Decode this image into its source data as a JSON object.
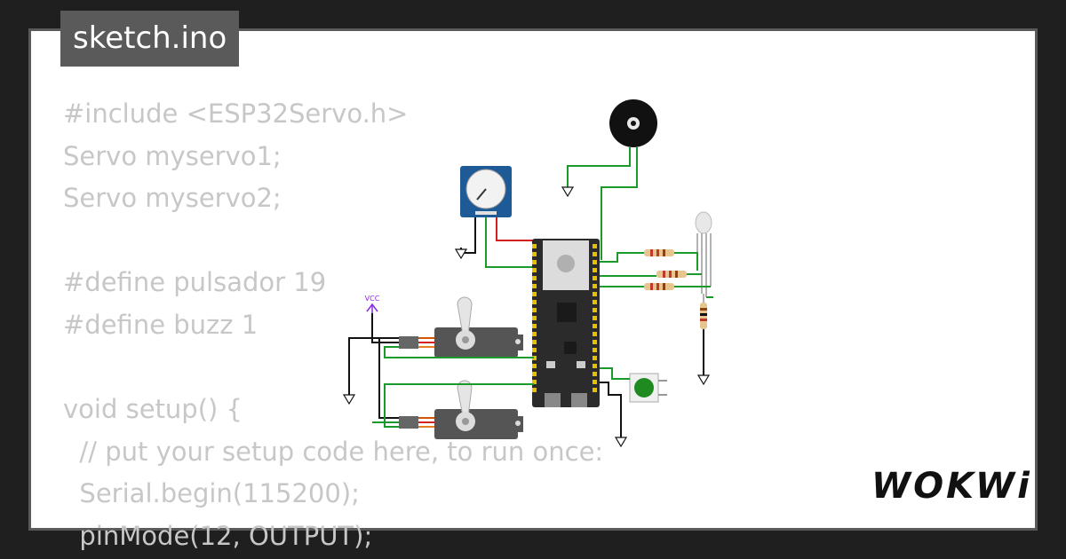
{
  "tab": {
    "filename": "sketch.ino"
  },
  "code_lines": [
    "#include <ESP32Servo.h>",
    "Servo myservo1;",
    "Servo myservo2;",
    "",
    "#define pulsador 19",
    "#define buzz 1",
    "",
    "void setup() {",
    "  // put your setup code here, to run once:",
    "  Serial.begin(115200);",
    "  pinMode(12, OUTPUT);"
  ],
  "circuit": {
    "vcc_label": "VCC",
    "colors": {
      "board": "#2b2b2b",
      "module": "#dcdcdc",
      "servo": "#555555",
      "wire_green": "#1a9a2a",
      "wire_red": "#d21f1f",
      "wire_black": "#111111",
      "pot_board": "#1e5a96",
      "button": "#1f8a1f"
    }
  },
  "brand": {
    "logo": "WOKWi"
  }
}
